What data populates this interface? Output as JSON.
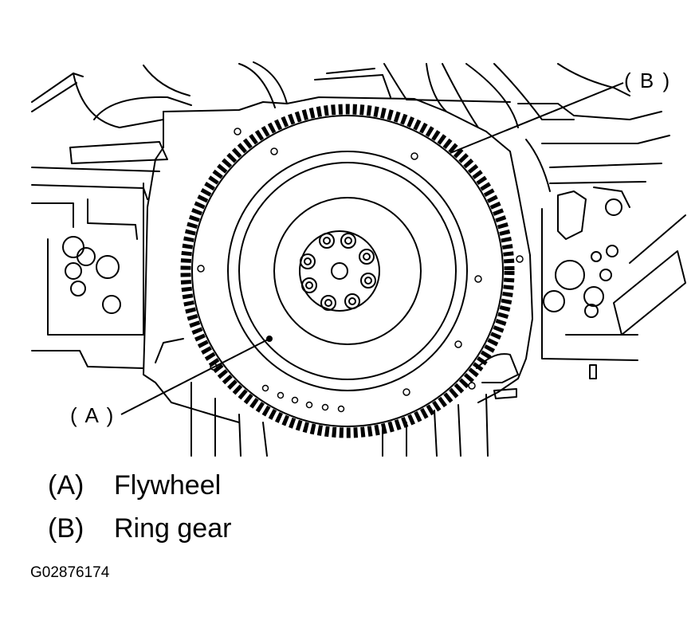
{
  "callouts": {
    "a": "( A )",
    "b": "( B )"
  },
  "legend": [
    {
      "key": "(A)",
      "label": "Flywheel"
    },
    {
      "key": "(B)",
      "label": "Ring gear"
    }
  ],
  "figure_code": "G02876174",
  "colors": {
    "line": "#000000",
    "background": "#ffffff"
  }
}
